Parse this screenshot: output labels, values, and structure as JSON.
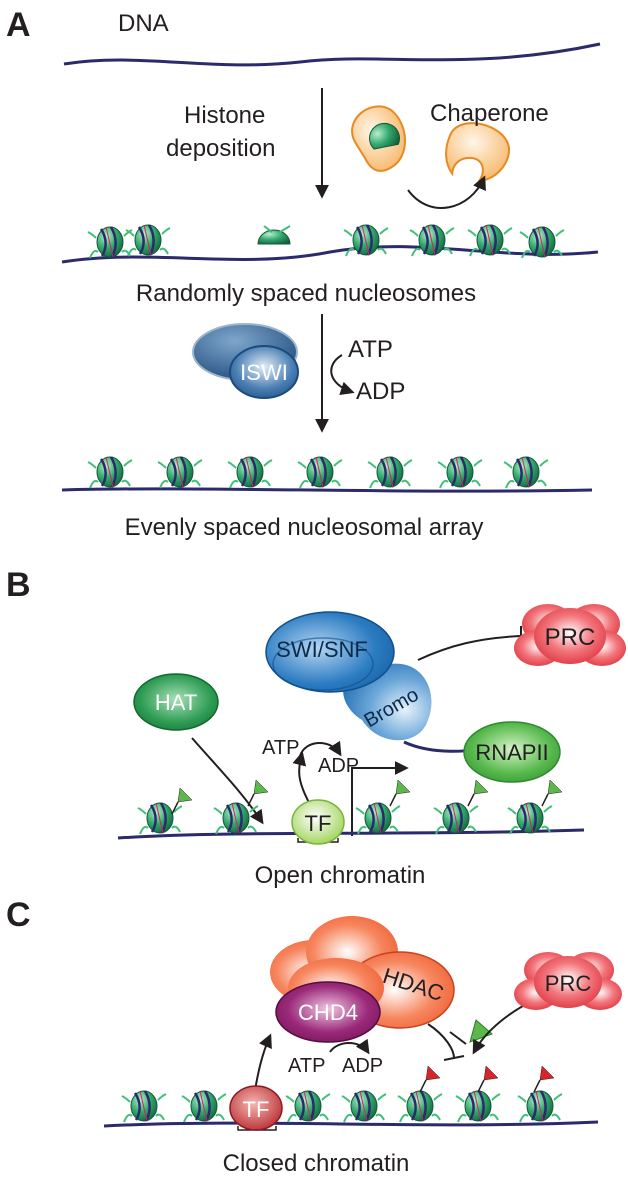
{
  "panel_a": {
    "letter": "A",
    "dna_label": "DNA",
    "histone_deposition": [
      "Histone",
      "deposition"
    ],
    "chaperone_label": "Chaperone",
    "random_caption": "Randomly spaced nucleosomes",
    "remodeler_label": "ISWI",
    "atp_label": "ATP",
    "adp_label": "ADP",
    "even_caption": "Evenly spaced nucleosomal array"
  },
  "panel_b": {
    "letter": "B",
    "prc_label": "PRC",
    "swisnf_label": "SWI/SNF",
    "bromo_label": "Bromo",
    "hat_label": "HAT",
    "atp_label": "ATP",
    "adp_label": "ADP",
    "rnapii_label": "RNAPII",
    "tf_label": "TF",
    "caption": "Open chromatin"
  },
  "panel_c": {
    "letter": "C",
    "hdac_label": "HDAC",
    "chd4_label": "CHD4",
    "prc_label": "PRC",
    "atp_label": "ATP",
    "adp_label": "ADP",
    "tf_label": "TF",
    "caption": "Closed chromatin"
  },
  "colors": {
    "dna": "#2b2a6b",
    "nucleosome": "#2fa56b",
    "iswi": "#2a5f96",
    "chaperone": "#f2a44b",
    "prc": "#e2383f",
    "swisnf": "#1d6fb8",
    "hat": "#2d9a4e",
    "rnapii": "#4ab23f",
    "tf_open": "#9bd14a",
    "tf_closed": "#c0272d",
    "hdac": "#f0562b",
    "chd4": "#8b1e6b",
    "acetyl_flag": "#5cb84a",
    "methyl_flag": "#d7232a"
  }
}
